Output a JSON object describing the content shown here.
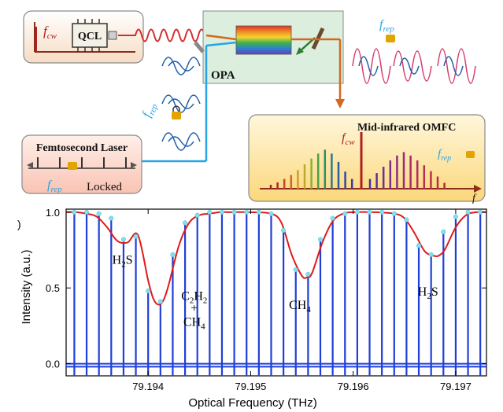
{
  "diagram": {
    "qcl_label": "QCL",
    "f_cw_label": "f",
    "f_cw_sub": "cw",
    "opa_label": "OPA",
    "f_rep_label": "f",
    "f_rep_sub": "rep",
    "femto_label": "Femtosecond Laser",
    "locked_label": "Locked",
    "omfc_label": "Mid-infrared OMFC",
    "freq_axis_label": "f",
    "colors": {
      "qcl_box_fill": "#fbeee2",
      "opa_box_fill": "#dceede",
      "femto_box_fill": "#fcd9cf",
      "omfc_box_fill": "#fdebb3",
      "beam_orange": "#d2691e",
      "beam_blue": "#29a3e6",
      "pulse_blue": "#1f5fa8",
      "pulse_red": "#d63d6e",
      "lock_gold": "#e2a400",
      "comb_red": "#b21f1f"
    },
    "comb_left": [
      0.08,
      0.13,
      0.2,
      0.28,
      0.38,
      0.5,
      0.62,
      0.72,
      0.8,
      0.72,
      0.55,
      0.35,
      0.2
    ],
    "comb_right": [
      0.2,
      0.32,
      0.45,
      0.58,
      0.68,
      0.75,
      0.68,
      0.58,
      0.48,
      0.36,
      0.25,
      0.12
    ]
  },
  "chart_data": {
    "type": "line",
    "panel_label": ")",
    "xlabel": "Optical Frequency (THz)",
    "ylabel": "Intensity (a.u.)",
    "xlim": [
      79.1932,
      79.1973
    ],
    "ylim": [
      -0.08,
      1.02
    ],
    "xticks": [
      "79.194",
      "79.195",
      "79.196",
      "79.197"
    ],
    "xtick_values": [
      79.194,
      79.195,
      79.196,
      79.197
    ],
    "yticks": [
      "0.0",
      "0.5",
      "1.0"
    ],
    "ytick_values": [
      0.0,
      0.5,
      1.0
    ],
    "annotations": [
      {
        "text": "H",
        "sub": "2",
        "tail": "S",
        "x": 79.19375,
        "y": 0.66
      },
      {
        "text": "C",
        "sub": "2",
        "tail": "H",
        "sub2": "2",
        "x": 79.19445,
        "y": 0.42
      },
      {
        "text": "+",
        "x": 79.19445,
        "y": 0.34
      },
      {
        "text": "CH",
        "sub": "4",
        "x": 79.19445,
        "y": 0.25
      },
      {
        "text": "CH",
        "sub": "4",
        "x": 79.19548,
        "y": 0.36
      },
      {
        "text": "H",
        "sub": "2",
        "tail": "S",
        "x": 79.19673,
        "y": 0.45
      }
    ],
    "series": [
      {
        "name": "comb lines",
        "color": "#1f3fd6",
        "x": [
          79.19328,
          79.1934,
          79.19352,
          79.19364,
          79.19376,
          79.19388,
          79.194,
          79.19412,
          79.19424,
          79.19436,
          79.19448,
          79.1946,
          79.19472,
          79.19484,
          79.19496,
          79.19508,
          79.1952,
          79.19532,
          79.19544,
          79.19556,
          79.19568,
          79.1958,
          79.19592,
          79.19604,
          79.19616,
          79.19628,
          79.1964,
          79.19652,
          79.19664,
          79.19676,
          79.19688,
          79.197,
          79.19712,
          79.19724
        ],
        "y": [
          1.0,
          1.0,
          0.99,
          0.96,
          0.82,
          0.84,
          0.48,
          0.41,
          0.72,
          0.93,
          0.98,
          1.0,
          1.0,
          1.0,
          1.0,
          1.0,
          0.99,
          0.88,
          0.62,
          0.59,
          0.82,
          0.96,
          0.99,
          1.0,
          1.0,
          1.0,
          0.99,
          0.95,
          0.78,
          0.72,
          0.87,
          0.97,
          1.0,
          1.0
        ]
      },
      {
        "name": "fit",
        "color": "#e01a1a",
        "x": [
          79.1932,
          79.1933,
          79.1934,
          79.1935,
          79.1936,
          79.1937,
          79.1938,
          79.1939,
          79.194,
          79.19405,
          79.1941,
          79.19415,
          79.1942,
          79.1943,
          79.1944,
          79.1945,
          79.1946,
          79.1947,
          79.1948,
          79.195,
          79.1952,
          79.1953,
          79.1954,
          79.1955,
          79.19555,
          79.1956,
          79.1957,
          79.1958,
          79.1959,
          79.196,
          79.1962,
          79.1964,
          79.1965,
          79.1966,
          79.1967,
          79.1968,
          79.19685,
          79.1969,
          79.197,
          79.1971,
          79.1972,
          79.1973
        ],
        "y": [
          1.0,
          1.0,
          0.99,
          0.97,
          0.9,
          0.81,
          0.8,
          0.85,
          0.55,
          0.43,
          0.39,
          0.42,
          0.52,
          0.78,
          0.93,
          0.98,
          0.99,
          1.0,
          1.0,
          1.0,
          0.99,
          0.93,
          0.72,
          0.58,
          0.57,
          0.6,
          0.8,
          0.94,
          0.99,
          1.0,
          1.0,
          0.99,
          0.96,
          0.86,
          0.74,
          0.71,
          0.72,
          0.76,
          0.9,
          0.98,
          1.0,
          1.0
        ]
      },
      {
        "name": "baseline",
        "color": "#1f3fd6",
        "y": [
          0.0,
          -0.02
        ]
      }
    ]
  }
}
